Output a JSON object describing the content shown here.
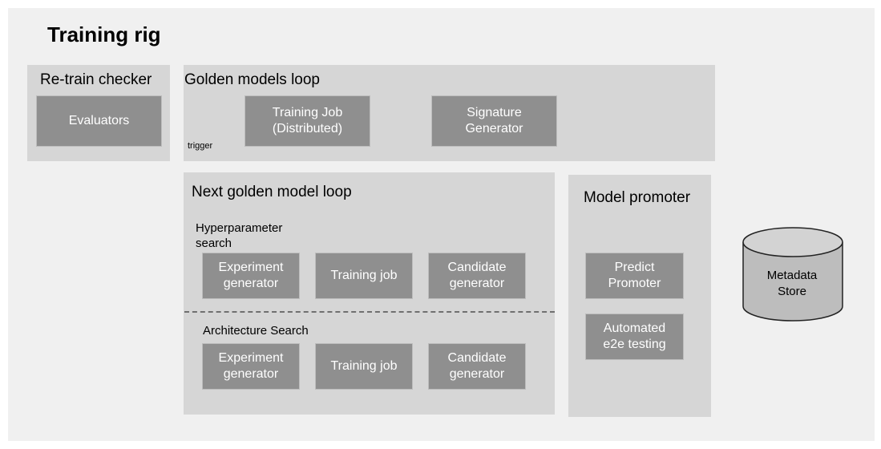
{
  "title": "Training rig",
  "retrain": {
    "title": "Re-train checker",
    "evaluators": "Evaluators"
  },
  "golden": {
    "title": "Golden models loop",
    "trigger": "trigger",
    "training_job": "Training Job\n(Distributed)",
    "signature": "Signature\nGenerator"
  },
  "next": {
    "title": "Next golden model loop",
    "hyper": {
      "label": "Hyperparameter\nsearch",
      "experiment": "Experiment\ngenerator",
      "training": "Training job",
      "candidate": "Candidate\ngenerator"
    },
    "arch": {
      "label": "Architecture Search",
      "experiment": "Experiment\ngenerator",
      "training": "Training job",
      "candidate": "Candidate\ngenerator"
    }
  },
  "promoter": {
    "title": "Model promoter",
    "predict": "Predict\nPromoter",
    "e2e": "Automated\ne2e testing"
  },
  "metadata": "Metadata\nStore"
}
